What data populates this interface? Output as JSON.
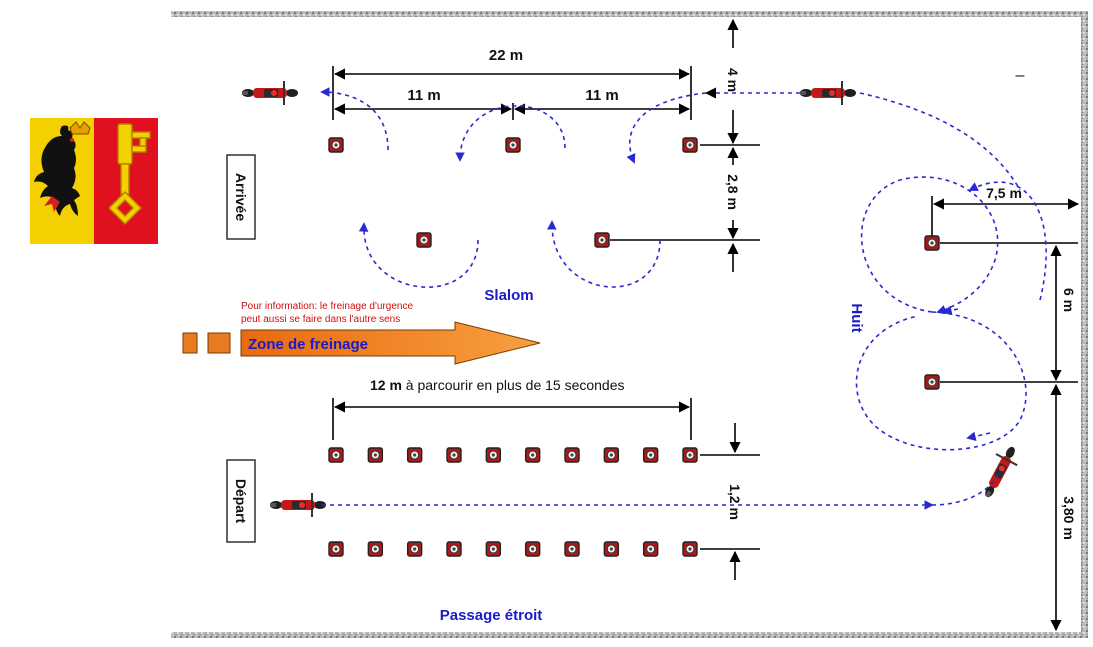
{
  "diagram": {
    "labels": {
      "arrival": "Arrivée",
      "departure": "Départ",
      "slalom": "Slalom",
      "figure_eight": "Huit",
      "narrow_passage": "Passage étroit",
      "braking_zone": "Zone de freinage",
      "braking_note_line1": "Pour information: le freinage d'urgence",
      "braking_note_line2": "peut aussi se faire dans l'autre sens",
      "narrow_length_value": "12 m",
      "narrow_length_text": " à parcourir en plus de 15 secondes",
      "dash_mark": "–"
    },
    "dimensions": {
      "slalom_total": "22 m",
      "slalom_half_left": "11 m",
      "slalom_half_right": "11 m",
      "slalom_top_offset": "4 m",
      "slalom_row_gap": "2,8 m",
      "eight_width": "7,5 m",
      "eight_height": "6 m",
      "eight_bottom_offset": "3,80 m",
      "narrow_gap": "1,2 m"
    },
    "counts": {
      "narrow_cones_per_row": 10
    },
    "colors": {
      "path": "#2a2ad0",
      "label_blue": "#1a1acc",
      "note_red": "#d01010",
      "arrow_orange": "#f07818",
      "cone_red": "#c01818",
      "border_gray": "#9a9a9a",
      "coat_yellow": "#f5d000",
      "coat_red": "#e0101e"
    },
    "icons": {
      "coat_of_arms": "geneva-coat-of-arms",
      "motorcycle": "motorcycle-icon",
      "cone": "cone-marker-icon"
    }
  }
}
